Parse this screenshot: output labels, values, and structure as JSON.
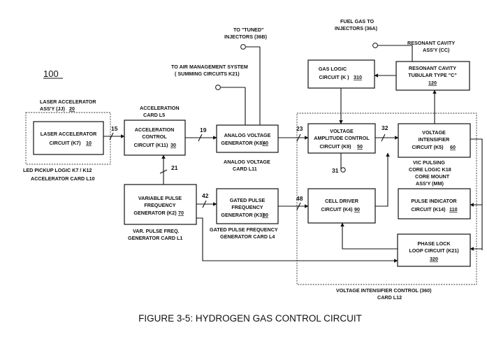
{
  "figure_number": "100",
  "caption": "FIGURE 3-5: HYDROGEN GAS CONTROL CIRCUIT",
  "external_labels": {
    "laser_assy_l1": "LASER ACCELERATOR",
    "laser_assy_l2": "ASS'Y (JJ)",
    "laser_assy_num": "20",
    "led_pickup": "LED PICKUP LOGIC K7 / K12",
    "accel_card_l10": "ACCELERATOR CARD L10",
    "acceleration_card_l1": "ACCELERATION",
    "acceleration_card_l2": "CARD L5",
    "tuned_injectors_l1": "TO \"TUNED\"",
    "tuned_injectors_l2": "INJECTORS (36B)",
    "air_mgmt_l1": "TO AIR MANAGEMENT SYSTEM",
    "air_mgmt_l2": "( SUMMING CIRCUITS K21)",
    "fuel_gas_l1": "FUEL GAS TO",
    "fuel_gas_l2": "INJECTORS (36A)",
    "resonant_assy_l1": "RESONANT CAVITY",
    "resonant_assy_l2": "ASS'Y (CC)",
    "analog_card_l1": "ANALOG VOLTAGE",
    "analog_card_l2": "CARD L11",
    "vic_pulsing_l1": "VIC PULSING",
    "vic_pulsing_l2": "CORE LOGIC K18",
    "core_mount_l1": "CORE MOUNT",
    "core_mount_l2": "ASS'Y (MM)",
    "var_pulse_card_l1": "VAR. PULSE FREQ.",
    "var_pulse_card_l2": "GENERATOR CARD L1",
    "gated_card_l1": "GATED PULSE FREQUENCY",
    "gated_card_l2": "GENERATOR CARD L4",
    "vic_control_l1": "VOLTAGE INTENSIFIER CONTROL (360)",
    "vic_control_l2": "CARD L12"
  },
  "blocks": {
    "laser": {
      "l1": "LASER ACCELERATOR",
      "l2": "CIRCUIT (K7)",
      "num": "10"
    },
    "accel": {
      "l1": "ACCELERATION",
      "l2": "CONTROL",
      "l3": "CIRCUIT (K11)",
      "num": "30"
    },
    "analog": {
      "l1": "ANALOG VOLTAGE",
      "l2": "GENERATOR (K8)",
      "num": "40"
    },
    "var_pulse": {
      "l1": "VARIABLE PULSE",
      "l2": "FREQUENCY",
      "l3": "GENERATOR (K2)",
      "num": "70"
    },
    "gated": {
      "l1": "GATED PULSE",
      "l2": "FREQUENCY",
      "l3": "GENERATOR (K3)",
      "num": "80"
    },
    "gas_logic": {
      "l1": "GAS LOGIC",
      "l2": "CIRCUIT (K )",
      "num": "310"
    },
    "resonant": {
      "l1": "RESONANT CAVITY",
      "l2": "TUBULAR TYPE \"C\"",
      "num": "120"
    },
    "vac": {
      "l1": "VOLTAGE",
      "l2": "AMPLITUDE CONTROL",
      "l3": "CIRCUIT (K9)",
      "num": "50"
    },
    "vi": {
      "l1": "VOLTAGE",
      "l2": "INTENSIFIER",
      "l3": "CIRCUIT (K5)",
      "num": "60"
    },
    "cell": {
      "l1": "CELL DRIVER",
      "l2": "CIRCUIT (K4)",
      "num": "90"
    },
    "pulse_ind": {
      "l1": "PULSE INDICATOR",
      "l2": "CIRCUIT (K14)",
      "num": "110"
    },
    "phase": {
      "l1": "PHASE LOCK",
      "l2": "LOOP CIRCUIT (K21)",
      "num": "320"
    }
  },
  "signal_numbers": {
    "s15": "15",
    "s19": "19",
    "s21": "21",
    "s42": "42",
    "s23": "23",
    "s48": "48",
    "s32": "32",
    "s31": "31"
  }
}
